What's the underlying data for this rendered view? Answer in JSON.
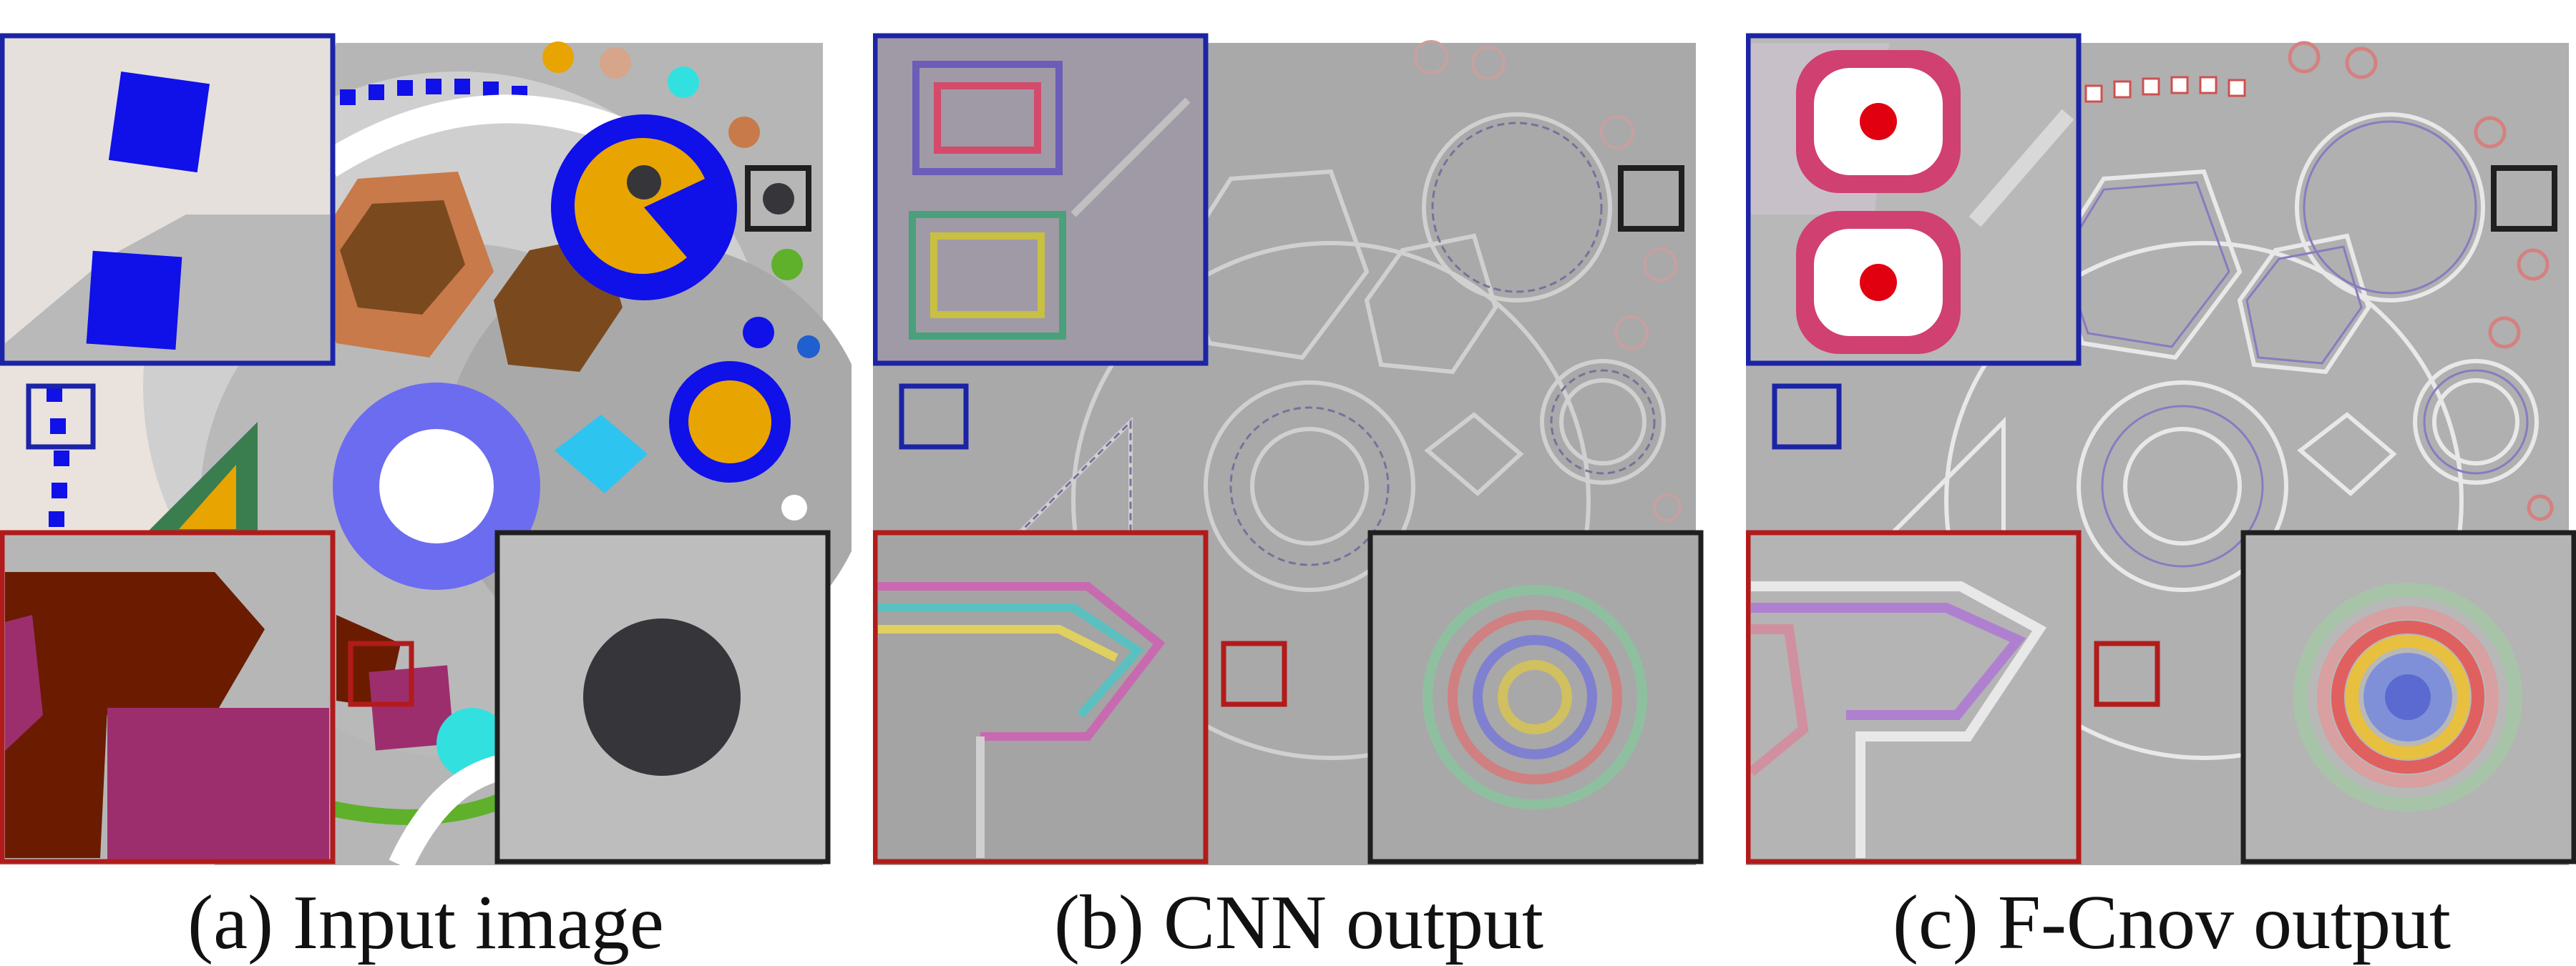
{
  "figure": {
    "panels": [
      {
        "id": "a",
        "caption": "(a) Input image",
        "kind": "input"
      },
      {
        "id": "b",
        "caption": "(b) CNN output",
        "kind": "cnn"
      },
      {
        "id": "c",
        "caption": "(c) F-Cnov output",
        "kind": "fcnov"
      }
    ],
    "colors": {
      "inset_blue_border": "#1c24a6",
      "inset_red_border": "#b21b1b",
      "inset_black_border": "#1f1f1f",
      "background_gray": "#b9b9b9",
      "shape_brown": "#7a4a1e",
      "shape_orange": "#c87a4a",
      "shape_yellow": "#e8a400",
      "shape_blue": "#1010e8",
      "shape_periwinkle": "#6c6cf0",
      "shape_green": "#3a7d4f",
      "shape_cyan": "#2ec4f0",
      "shape_maroon": "#6b1c00",
      "shape_magenta": "#9d2e6e",
      "shape_dark": "#36363a"
    }
  }
}
